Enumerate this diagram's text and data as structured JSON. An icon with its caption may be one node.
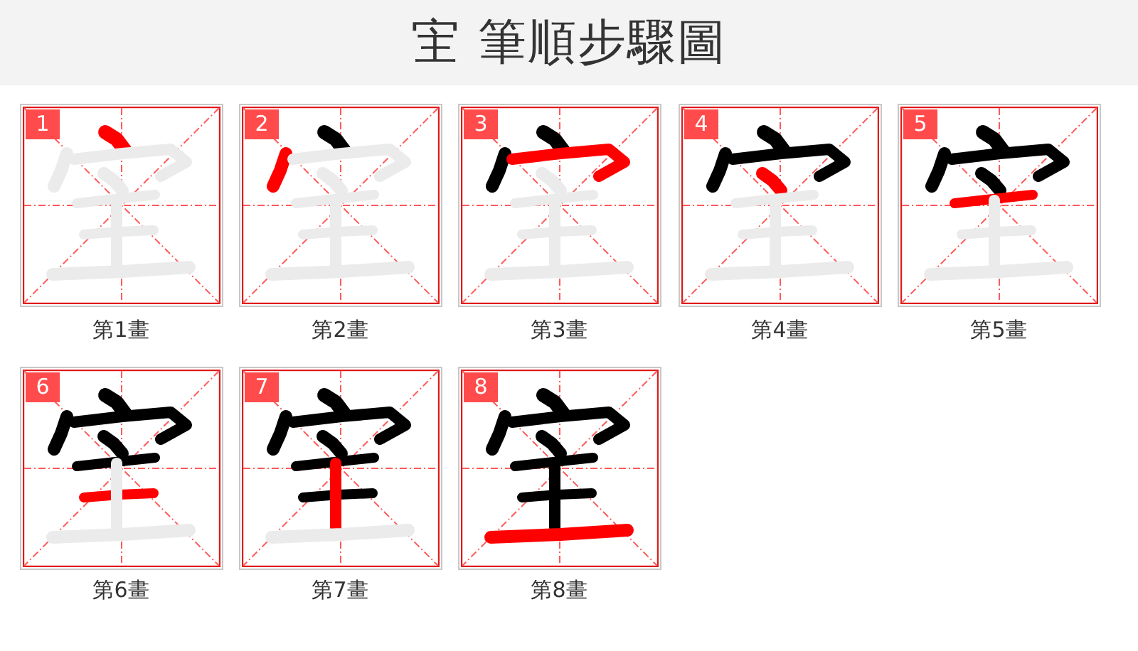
{
  "diagram": {
    "title": "宔 筆順步驟圖",
    "nodes": [
      {
        "text": [
          "1"
        ],
        "beside": [
          "第1畫"
        ]
      },
      {
        "text": [
          "2"
        ],
        "beside": [
          "第2畫"
        ]
      },
      {
        "text": [
          "3"
        ],
        "beside": [
          "第3畫"
        ]
      },
      {
        "text": [
          "4"
        ],
        "beside": [
          "第4畫"
        ]
      },
      {
        "text": [
          "5"
        ],
        "beside": [
          "第5畫"
        ]
      },
      {
        "text": [
          "6"
        ],
        "beside": [
          "第6畫"
        ]
      },
      {
        "text": [
          "7"
        ],
        "beside": [
          "第7畫"
        ]
      },
      {
        "text": [
          "8"
        ],
        "beside": [
          "第8畫"
        ]
      }
    ]
  }
}
